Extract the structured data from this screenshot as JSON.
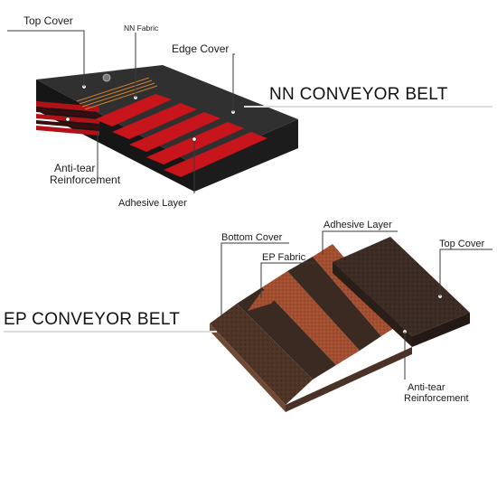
{
  "nn": {
    "title": "NN CONVEYOR BELT",
    "labels": {
      "top_cover": "Top Cover",
      "nn_fabric": "NN Fabric",
      "edge_cover": "Edge Cover",
      "anti_tear_1": "Anti-tear",
      "anti_tear_2": "Reinforcement",
      "adhesive_layer": "Adhesive Layer"
    }
  },
  "ep": {
    "title": "EP CONVEYOR BELT",
    "labels": {
      "bottom_cover": "Bottom Cover",
      "ep_fabric": "EP Fabric",
      "adhesive_layer": "Adhesive Layer",
      "top_cover": "Top Cover",
      "anti_tear_1": "Anti-tear",
      "anti_tear_2": "Reinforcement"
    }
  },
  "colors": {
    "nn_body": "#2b2b2b",
    "nn_red": "#c8141b",
    "ep_rubber": "#5a3a2c",
    "ep_fabric": "#a24e30",
    "ep_dark": "#3b2a22"
  }
}
